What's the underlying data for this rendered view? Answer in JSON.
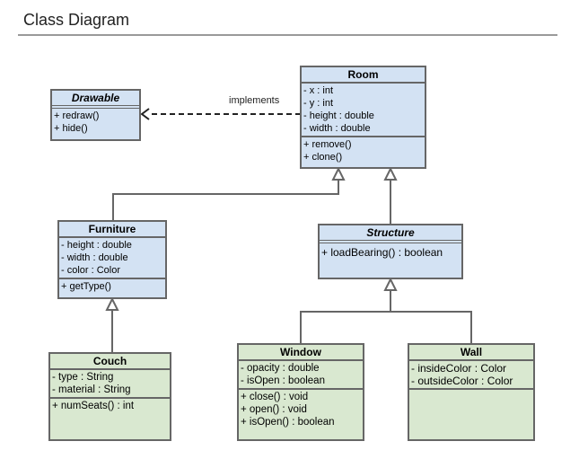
{
  "page": {
    "title": "Class Diagram"
  },
  "edges": {
    "implements_label": "implements"
  },
  "classes": {
    "drawable": {
      "name": "Drawable",
      "methods": [
        "+ redraw()",
        "+ hide()"
      ]
    },
    "room": {
      "name": "Room",
      "attributes": [
        "- x : int",
        "- y : int",
        "- height : double",
        "- width : double"
      ],
      "methods": [
        "+ remove()",
        "+ clone()"
      ]
    },
    "furniture": {
      "name": "Furniture",
      "attributes": [
        "- height : double",
        "- width : double",
        "- color : Color"
      ],
      "methods": [
        "+ getType()"
      ]
    },
    "structure": {
      "name": "Structure",
      "methods": [
        "+ loadBearing() : boolean"
      ]
    },
    "couch": {
      "name": "Couch",
      "attributes": [
        "- type : String",
        "- material : String"
      ],
      "methods": [
        "+ numSeats() : int"
      ]
    },
    "window": {
      "name": "Window",
      "attributes": [
        "- opacity : double",
        "- isOpen : boolean"
      ],
      "methods": [
        "+ close() : void",
        "+ open() : void",
        "+ isOpen() : boolean"
      ]
    },
    "wall": {
      "name": "Wall",
      "attributes": [
        "- insideColor : Color",
        "- outsideColor : Color"
      ]
    }
  }
}
